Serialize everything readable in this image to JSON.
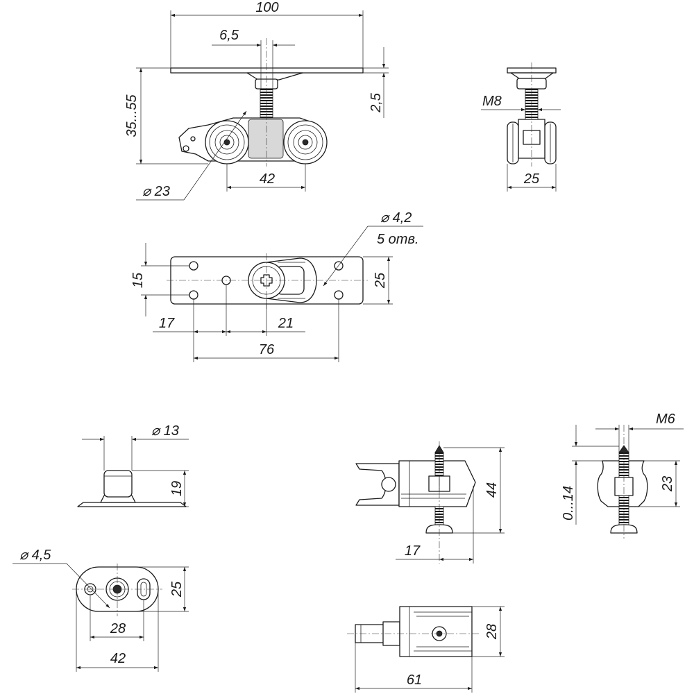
{
  "drawing": {
    "views": {
      "roller_front": {
        "dims": {
          "plate_width": "100",
          "stud_width": "6,5",
          "height_range": "35...55",
          "plate_thickness": "2,5",
          "wheel_diameter": "⌀ 23",
          "wheel_spacing": "42"
        }
      },
      "roller_side": {
        "dims": {
          "thread": "M8",
          "width": "25"
        }
      },
      "mounting_plate": {
        "dims": {
          "hole_diameter": "⌀ 4,2",
          "hole_count": "5 отв.",
          "hole_spacing_v": "15",
          "plate_height": "25",
          "offset_left": "17",
          "offset_center": "21",
          "hole_spacing_h": "76"
        }
      },
      "guide_pin": {
        "dims": {
          "pin_diameter": "⌀ 13",
          "height": "19"
        }
      },
      "guide_base": {
        "dims": {
          "hole_diameter": "⌀ 4,5",
          "height": "25",
          "hole_spacing": "28",
          "length": "42"
        }
      },
      "stopper_side": {
        "dims": {
          "height": "44",
          "offset": "17"
        }
      },
      "stopper_end": {
        "dims": {
          "thread": "M6",
          "adjust_range": "0...14",
          "height": "23"
        }
      },
      "stopper_top": {
        "dims": {
          "width": "28",
          "length": "61"
        }
      }
    }
  }
}
